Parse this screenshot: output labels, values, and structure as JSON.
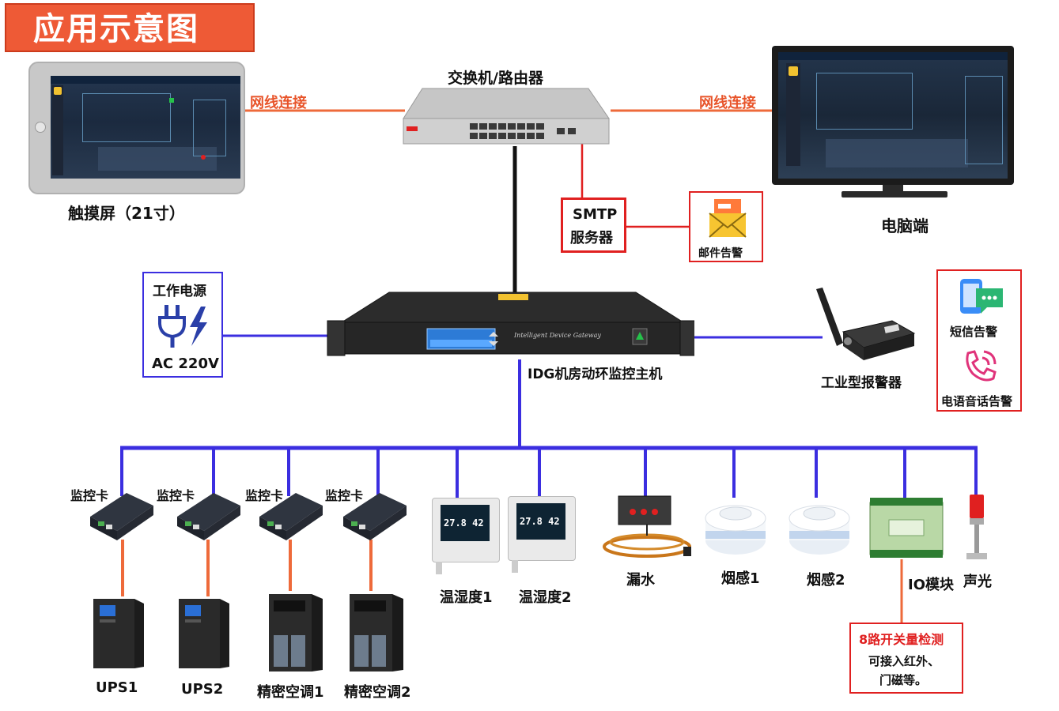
{
  "title": "应用示意图",
  "top": {
    "switch_label": "交换机/路由器",
    "tablet_label": "触摸屏（21寸）",
    "pc_label": "电脑端",
    "left_link": "网线连接",
    "right_link": "网线连接",
    "smtp_line1": "SMTP",
    "smtp_line2": "服务器",
    "mail_label": "邮件告警"
  },
  "middle": {
    "power_title": "工作电源",
    "power_voltage": "AC 220V",
    "host_label": "IDG机房动环监控主机",
    "host_brand": "Intelligent Device Gateway",
    "alarm_label": "工业型报警器",
    "sms_label": "短信告警",
    "voice_label": "电语音话告警"
  },
  "devices": {
    "card1": "监控卡",
    "card2": "监控卡",
    "card3": "监控卡",
    "card4": "监控卡",
    "ups1": "UPS1",
    "ups2": "UPS2",
    "ac1": "精密空调1",
    "ac2": "精密空调2",
    "th1": "温湿度1",
    "th2": "温湿度2",
    "th_reading": "27.8  42",
    "leak": "漏水",
    "smoke1": "烟感1",
    "smoke2": "烟感2",
    "io": "IO模块",
    "light": "声光"
  },
  "io_note": {
    "head": "8路开关量检测",
    "line1": "可接入红外、",
    "line2": "门磁等。"
  },
  "colors": {
    "title_bg": "#ee5a36",
    "blue_bus": "#3b2ee0",
    "orange_link": "#ee6a3a",
    "red_frame": "#e02020",
    "black_line": "#111111"
  }
}
